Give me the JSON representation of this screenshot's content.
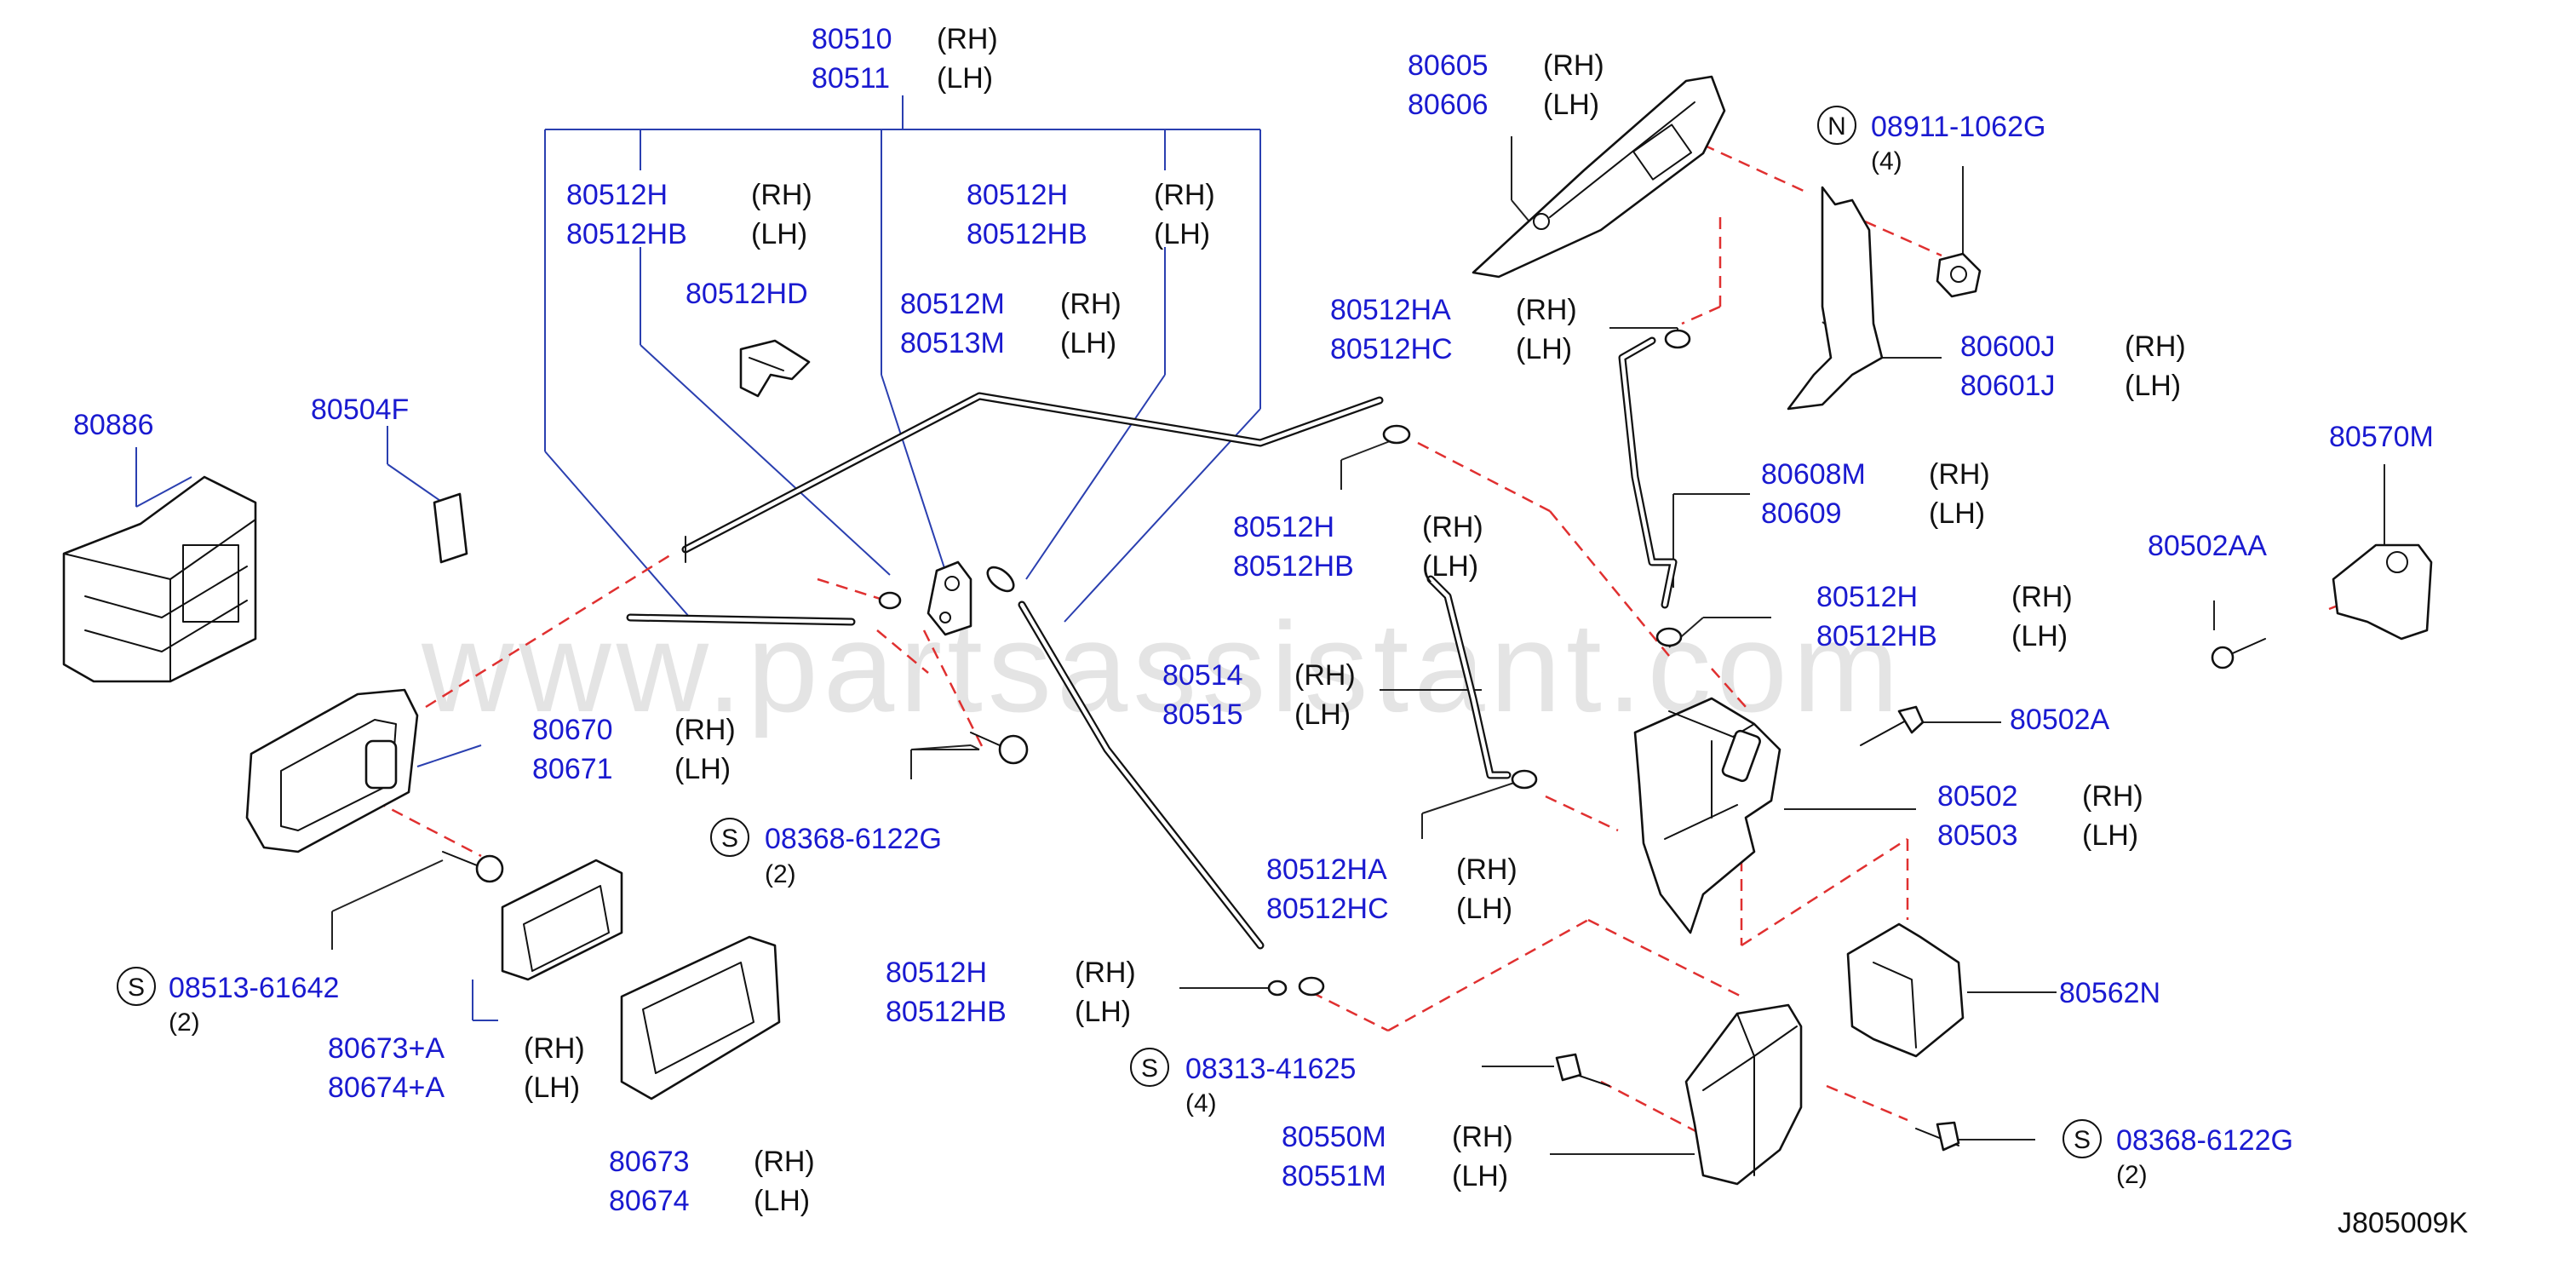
{
  "watermark": "www.partsassistant.com",
  "diagram_id": "J805009K",
  "callouts": {
    "c80510": {
      "pn1": "80510",
      "sd1": "(RH)",
      "pn2": "80511",
      "sd2": "(LH)"
    },
    "c80512H_a": {
      "pn1": "80512H",
      "sd1": "(RH)",
      "pn2": "80512HB",
      "sd2": "(LH)"
    },
    "c80512H_b": {
      "pn1": "80512H",
      "sd1": "(RH)",
      "pn2": "80512HB",
      "sd2": "(LH)"
    },
    "c80512HD": {
      "pn1": "80512HD"
    },
    "c80512M": {
      "pn1": "80512M",
      "sd1": "(RH)",
      "pn2": "80513M",
      "sd2": "(LH)"
    },
    "c80886": {
      "pn1": "80886"
    },
    "c80504F": {
      "pn1": "80504F"
    },
    "c80670": {
      "pn1": "80670",
      "sd1": "(RH)",
      "pn2": "80671",
      "sd2": "(LH)"
    },
    "c08368a": {
      "badge": "S",
      "pn1": "08368-6122G",
      "qty": "(2)"
    },
    "c08513": {
      "badge": "S",
      "pn1": "08513-61642",
      "qty": "(2)"
    },
    "c80673A": {
      "pn1": "80673+A",
      "sd1": "(RH)",
      "pn2": "80674+A",
      "sd2": "(LH)"
    },
    "c80673": {
      "pn1": "80673",
      "sd1": "(RH)",
      "pn2": "80674",
      "sd2": "(LH)"
    },
    "c80605": {
      "pn1": "80605",
      "sd1": "(RH)",
      "pn2": "80606",
      "sd2": "(LH)"
    },
    "c08911": {
      "badge": "N",
      "pn1": "08911-1062G",
      "qty": "(4)"
    },
    "c80512HA_a": {
      "pn1": "80512HA",
      "sd1": "(RH)",
      "pn2": "80512HC",
      "sd2": "(LH)"
    },
    "c80600J": {
      "pn1": "80600J",
      "sd1": "(RH)",
      "pn2": "80601J",
      "sd2": "(LH)"
    },
    "c80570M": {
      "pn1": "80570M"
    },
    "c80608M": {
      "pn1": "80608M",
      "sd1": "(RH)",
      "pn2": "80609",
      "sd2": "(LH)"
    },
    "c80512H_c": {
      "pn1": "80512H",
      "sd1": "(RH)",
      "pn2": "80512HB",
      "sd2": "(LH)"
    },
    "c80502AA": {
      "pn1": "80502AA"
    },
    "c80512H_d": {
      "pn1": "80512H",
      "sd1": "(RH)",
      "pn2": "80512HB",
      "sd2": "(LH)"
    },
    "c80514": {
      "pn1": "80514",
      "sd1": "(RH)",
      "pn2": "80515",
      "sd2": "(LH)"
    },
    "c80502A": {
      "pn1": "80502A"
    },
    "c80502": {
      "pn1": "80502",
      "sd1": "(RH)",
      "pn2": "80503",
      "sd2": "(LH)"
    },
    "c80512HA_b": {
      "pn1": "80512HA",
      "sd1": "(RH)",
      "pn2": "80512HC",
      "sd2": "(LH)"
    },
    "c80512H_e": {
      "pn1": "80512H",
      "sd1": "(RH)",
      "pn2": "80512HB",
      "sd2": "(LH)"
    },
    "c80562N": {
      "pn1": "80562N"
    },
    "c08313": {
      "badge": "S",
      "pn1": "08313-41625",
      "qty": "(4)"
    },
    "c80550M": {
      "pn1": "80550M",
      "sd1": "(RH)",
      "pn2": "80551M",
      "sd2": "(LH)"
    },
    "c08368b": {
      "badge": "S",
      "pn1": "08368-6122G",
      "qty": "(2)"
    }
  }
}
